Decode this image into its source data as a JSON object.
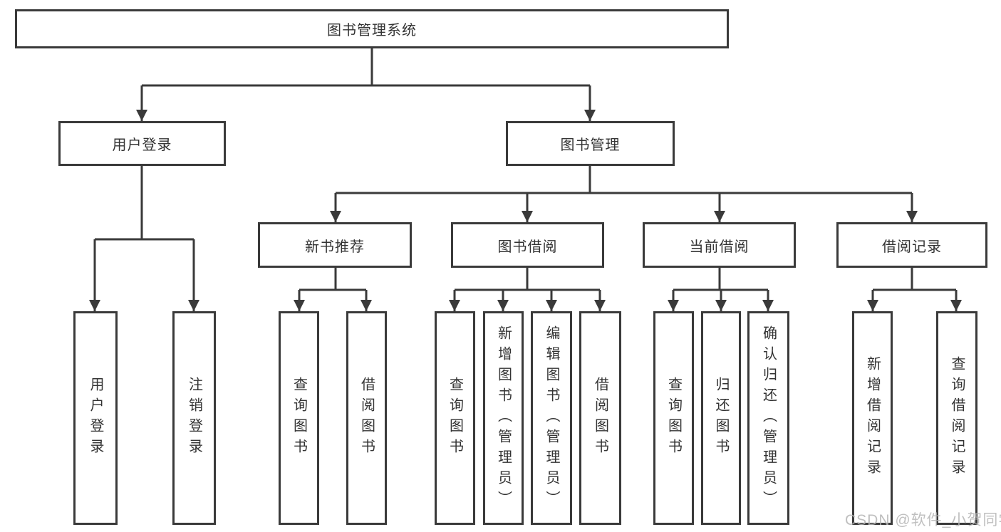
{
  "title": "图书管理系统",
  "watermark": "CSDN @软件_小贺同学",
  "colors": {
    "line": "#3a3a3a",
    "box_border": "#3a3a3a",
    "text": "#333333",
    "watermark": "#b5b5b5",
    "background": "#ffffff"
  },
  "nodes": {
    "root": {
      "label": "图书管理系统"
    },
    "level2": [
      {
        "label": "用户登录"
      },
      {
        "label": "图书管理"
      }
    ],
    "level3": [
      {
        "label": "新书推荐",
        "parent": "图书管理"
      },
      {
        "label": "图书借阅",
        "parent": "图书管理"
      },
      {
        "label": "当前借阅",
        "parent": "图书管理"
      },
      {
        "label": "借阅记录",
        "parent": "图书管理"
      }
    ],
    "leaves": [
      {
        "label": "用户登录",
        "parent": "用户登录"
      },
      {
        "label": "注销登录",
        "parent": "用户登录"
      },
      {
        "label": "查询图书",
        "parent": "新书推荐"
      },
      {
        "label": "借阅图书",
        "parent": "新书推荐"
      },
      {
        "label": "查询图书",
        "parent": "图书借阅"
      },
      {
        "label": "新增图书（管理员）",
        "parent": "图书借阅"
      },
      {
        "label": "编辑图书（管理员）",
        "parent": "图书借阅"
      },
      {
        "label": "借阅图书",
        "parent": "图书借阅"
      },
      {
        "label": "查询图书",
        "parent": "当前借阅"
      },
      {
        "label": "归还图书",
        "parent": "当前借阅"
      },
      {
        "label": "确认归还（管理员）",
        "parent": "当前借阅"
      },
      {
        "label": "新增借阅记录",
        "parent": "借阅记录"
      },
      {
        "label": "查询借阅记录",
        "parent": "借阅记录"
      }
    ]
  }
}
